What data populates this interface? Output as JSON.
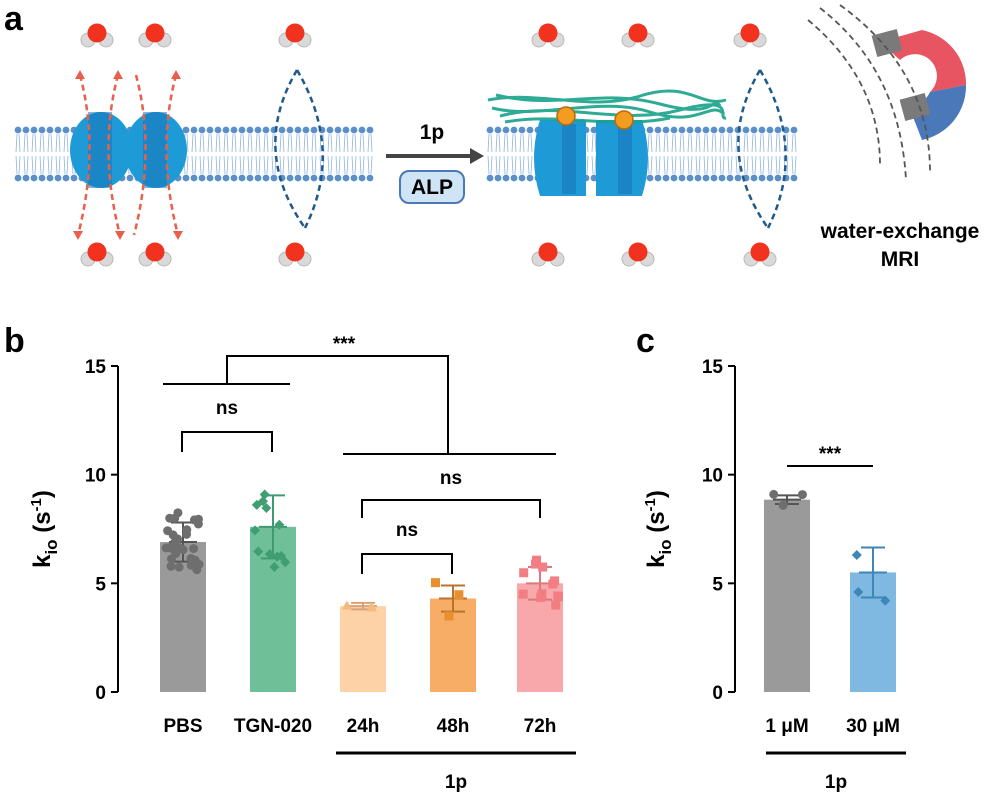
{
  "panels": {
    "a": "a",
    "b": "b",
    "c": "c"
  },
  "schematic": {
    "arrow_label": "1p",
    "enzyme_label": "ALP",
    "mri_label_line1": "water-exchange",
    "mri_label_line2": "MRI"
  },
  "colors": {
    "membrane": "#5b8fc7",
    "channel": "#1e9ad6",
    "red_arrows": "#e8604c",
    "blue_arrows": "#1f5a8c",
    "water_o": "#f0321e",
    "water_h": "#d9d9d9",
    "fibers": "#19a38a",
    "magnet_red": "#e85562",
    "magnet_blue": "#4a78b8",
    "PBS": "#9a9a9a",
    "TGN-020": "#6fbf98",
    "24h": "#fcd2a6",
    "48h": "#f7ad66",
    "72h": "#f8a8ab",
    "1uM": "#9a9a9a",
    "30uM": "#7fb8e0"
  },
  "chart_data": [
    {
      "type": "bar",
      "panel": "b",
      "ylabel_main": "k",
      "ylabel_sub": "io",
      "ylabel_unit_open": " (s",
      "ylabel_exp": "-1",
      "ylabel_unit_close": ")",
      "ylim": [
        0,
        15
      ],
      "yticks": [
        "0",
        "5",
        "10",
        "15"
      ],
      "categories": [
        "PBS",
        "TGN-020",
        "24h",
        "48h",
        "72h"
      ],
      "values": [
        6.9,
        7.6,
        3.95,
        4.3,
        5.0
      ],
      "errors": [
        0.9,
        1.45,
        0.15,
        0.6,
        0.75
      ],
      "group_label": "1p",
      "significance": [
        {
          "label": "***"
        },
        {
          "label": "ns"
        },
        {
          "label": "ns"
        },
        {
          "label": "ns"
        }
      ]
    },
    {
      "type": "bar",
      "panel": "c",
      "ylabel_main": "k",
      "ylabel_sub": "io",
      "ylabel_unit_open": " (s",
      "ylabel_exp": "-1",
      "ylabel_unit_close": ")",
      "ylim": [
        0,
        15
      ],
      "yticks": [
        "0",
        "5",
        "10",
        "15"
      ],
      "categories": [
        "1 μM",
        "30 μM"
      ],
      "values": [
        8.85,
        5.5
      ],
      "errors": [
        0.2,
        1.15
      ],
      "group_label": "1p",
      "significance": [
        {
          "label": "***"
        }
      ]
    }
  ]
}
